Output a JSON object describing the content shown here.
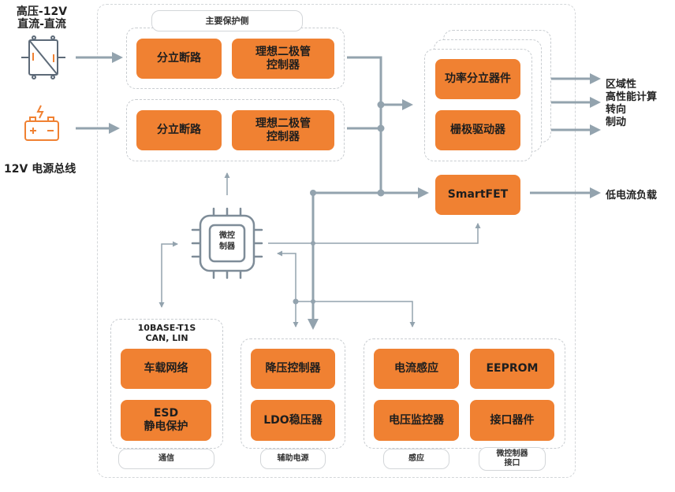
{
  "inputs": {
    "hv_label": "高压-12V\n直流-直流",
    "bus_label": "12V 电源总线"
  },
  "main_protection": {
    "title": "主要保护侧",
    "row1": {
      "switch": "分立断路",
      "diode": "理想二极管\n控制器"
    },
    "row2": {
      "switch": "分立断路",
      "diode": "理想二极管\n控制器"
    }
  },
  "power_stage": {
    "discrete": "功率分立器件",
    "gate_driver": "栅极驱动器",
    "smartfet": "SmartFET"
  },
  "outputs": {
    "zone": "区域性",
    "hpc": "高性能计算",
    "steering": "转向",
    "braking": "制动",
    "low_current": "低电流负载"
  },
  "mcu": {
    "label": "微控\n制器"
  },
  "comms": {
    "protocols": "10BASE-T1S\nCAN, LIN",
    "network": "车载网络",
    "esd": "ESD\n静电保护",
    "footer": "通信"
  },
  "aux_power": {
    "buck": "降压控制器",
    "ldo": "LDO稳压器",
    "footer": "辅助电源"
  },
  "sensing": {
    "current": "电流感应",
    "voltage": "电压监控器",
    "eeprom": "EEPROM",
    "interface": "接口器件",
    "footer": "感应",
    "footer2": "微控制器\n接口"
  },
  "colors": {
    "accent": "#f08132",
    "line": "#93a3ae",
    "dash": "#c9cdd1"
  }
}
